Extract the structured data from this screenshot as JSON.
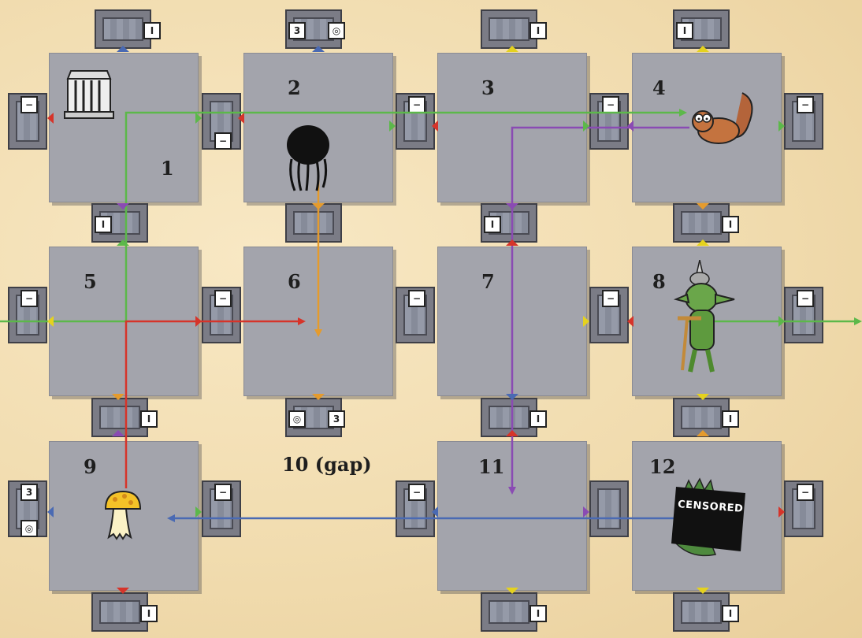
{
  "rooms": [
    {
      "num": "1"
    },
    {
      "num": "2"
    },
    {
      "num": "3"
    },
    {
      "num": "4"
    },
    {
      "num": "5"
    },
    {
      "num": "6"
    },
    {
      "num": "7"
    },
    {
      "num": "8"
    },
    {
      "num": "9"
    },
    {
      "num": "11"
    },
    {
      "num": "12"
    }
  ],
  "gap_label": "10 (gap)",
  "censored_text": "CENSORED",
  "colors": {
    "green": "#5cb84a",
    "purple": "#8a4bb3",
    "orange": "#e59b2d",
    "red": "#d6342a",
    "blue": "#4a6ab3",
    "yellow": "#e5d21e"
  },
  "icons": [
    "jail-icon",
    "jellyfish-icon",
    "squirrel-icon",
    "goblin-icon",
    "mushroom-icon",
    "censored-monster-icon"
  ]
}
